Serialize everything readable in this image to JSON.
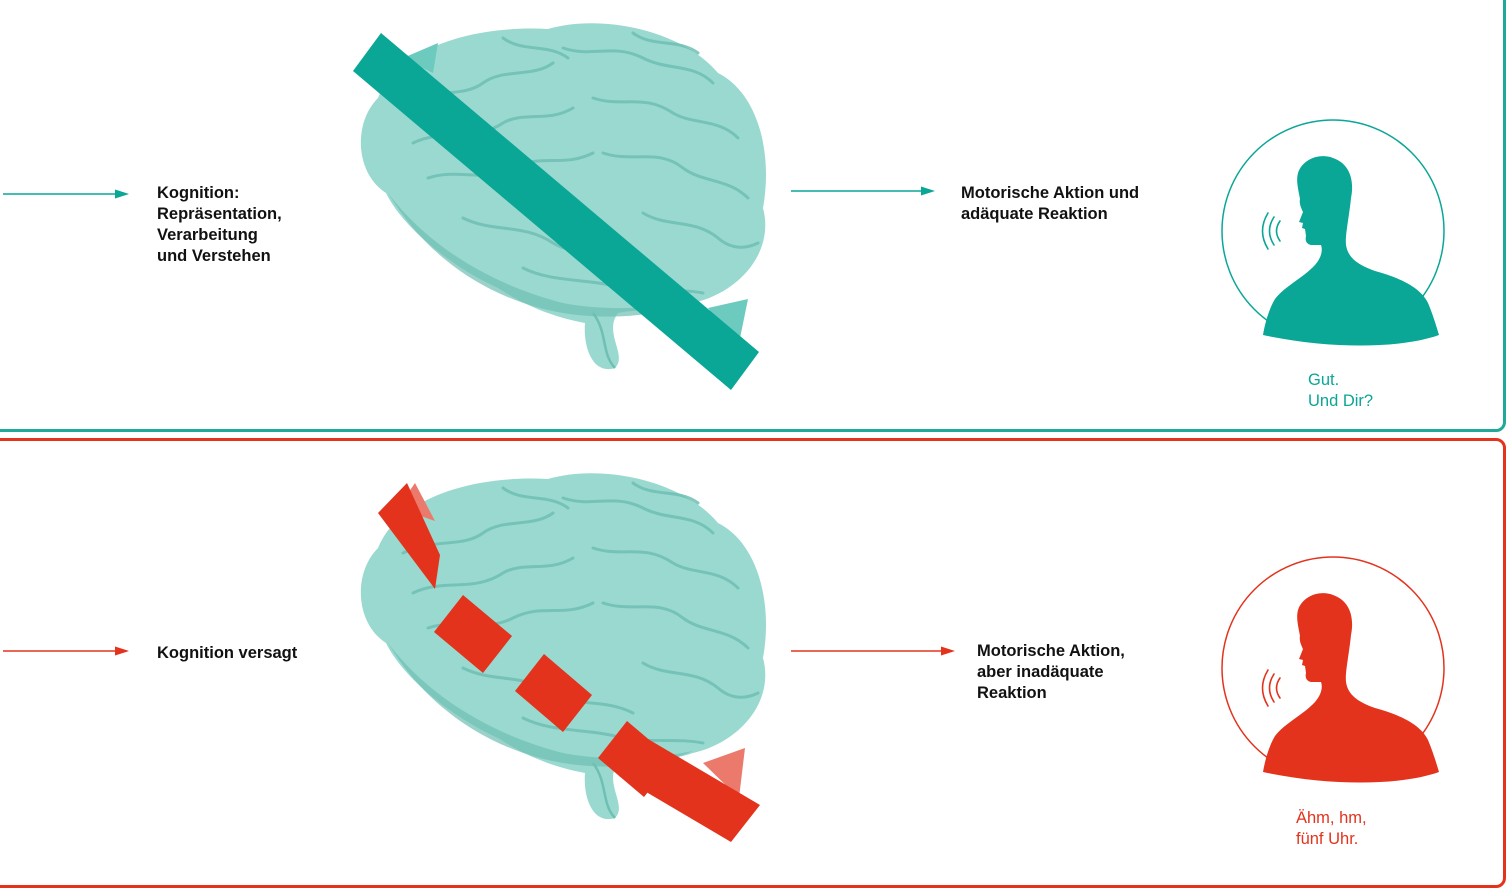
{
  "colors": {
    "success": "#0aa696",
    "success_light": "#6ccabf",
    "failure": "#e3331d",
    "failure_light": "#ec7a6c",
    "brain": "#9ad9cf",
    "brain_shade": "#6fbfb4",
    "text": "#111111"
  },
  "success_row": {
    "cognition_label": "Kognition:\nRepräsentation,\nVerarbeitung\nund Verstehen",
    "action_label": "Motorische Aktion und\nadäquate Reaktion",
    "speech": "Gut.\nUnd Dir?",
    "icons": [
      "brain-icon",
      "solid-arrow-icon",
      "speaking-person-icon"
    ]
  },
  "failure_row": {
    "cognition_label": "Kognition versagt",
    "action_label": "Motorische Aktion,\naber inadäquate\nReaktion",
    "speech": "Ähm, hm,\nfünf Uhr.",
    "icons": [
      "brain-icon",
      "broken-arrow-icon",
      "speaking-person-icon"
    ]
  }
}
